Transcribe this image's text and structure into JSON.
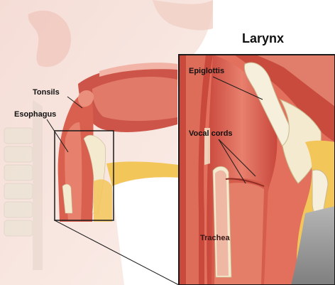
{
  "title": "Larynx",
  "labels": {
    "tonsils": "Tonsils",
    "esophagus": "Esophagus",
    "epiglottis": "Epiglottis",
    "vocal_cords": "Vocal cords",
    "trachea": "Trachea"
  },
  "colors": {
    "skin": "#f3d6cf",
    "tissue": "#d8604f",
    "tissue_dark": "#a83a32",
    "tissue_light": "#ee9a88",
    "cartilage": "#f4ead0",
    "fat": "#f3c65a",
    "frame": "#1a1a1a",
    "gray": "#8c8c8c"
  }
}
